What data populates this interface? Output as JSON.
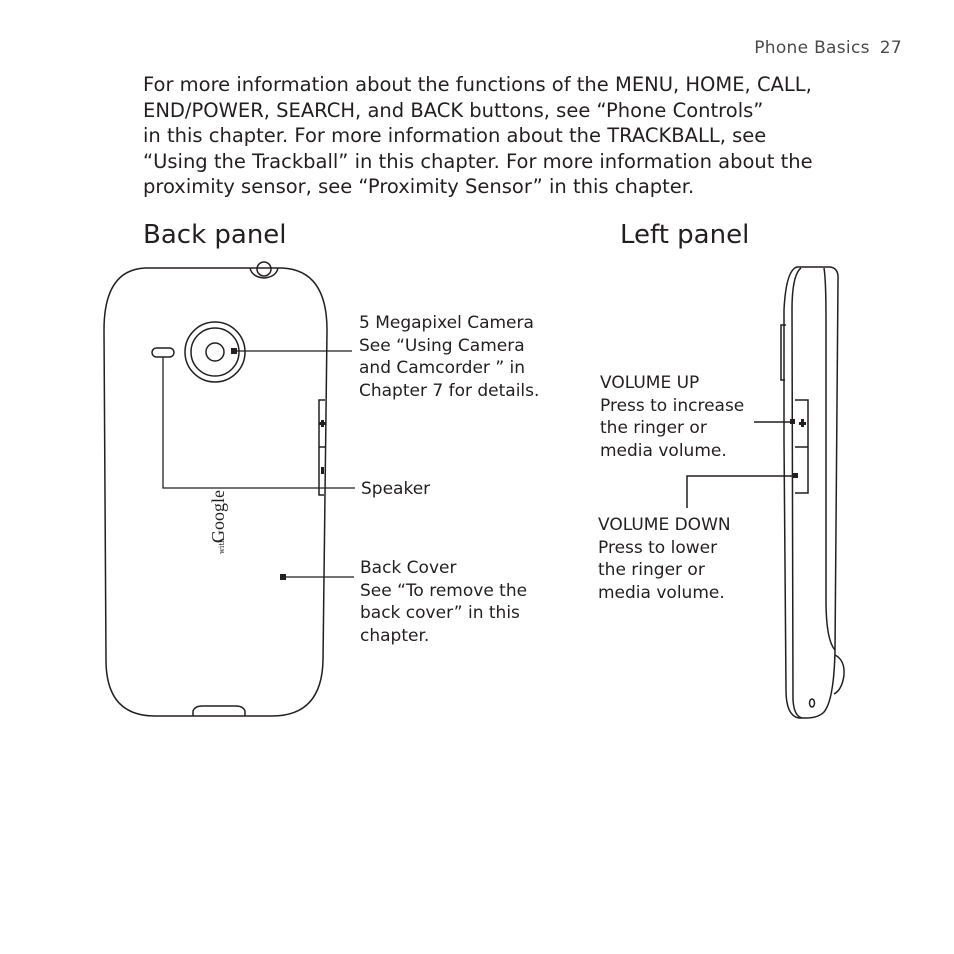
{
  "header": {
    "section": "Phone Basics",
    "page_number": "27"
  },
  "intro": {
    "lines": [
      "For more information about the functions of the MENU, HOME, CALL,",
      "END/POWER, SEARCH, and BACK buttons, see “Phone Controls”",
      "in this chapter. For more information about the TRACKBALL, see",
      "“Using the Trackball” in this chapter. For more information about the",
      "proximity sensor, see “Proximity Sensor” in this chapter."
    ]
  },
  "back_panel": {
    "title": "Back panel",
    "logo_text": {
      "small": "with",
      "main": "Google"
    },
    "callouts": {
      "camera": {
        "title": "5 Megapixel Camera",
        "lines": [
          "See “Using Camera",
          "and Camcorder ” in",
          "Chapter 7 for details."
        ]
      },
      "speaker": {
        "title": "Speaker"
      },
      "back_cover": {
        "title": "Back Cover",
        "lines": [
          "See “To remove the",
          "back cover” in this",
          "chapter."
        ]
      }
    }
  },
  "left_panel": {
    "title": "Left panel",
    "callouts": {
      "volume_up": {
        "title": "VOLUME UP",
        "lines": [
          "Press to increase",
          "the ringer or",
          "media volume."
        ]
      },
      "volume_down": {
        "title": "VOLUME DOWN",
        "lines": [
          "Press to lower",
          "the ringer or",
          "media volume."
        ]
      }
    }
  }
}
